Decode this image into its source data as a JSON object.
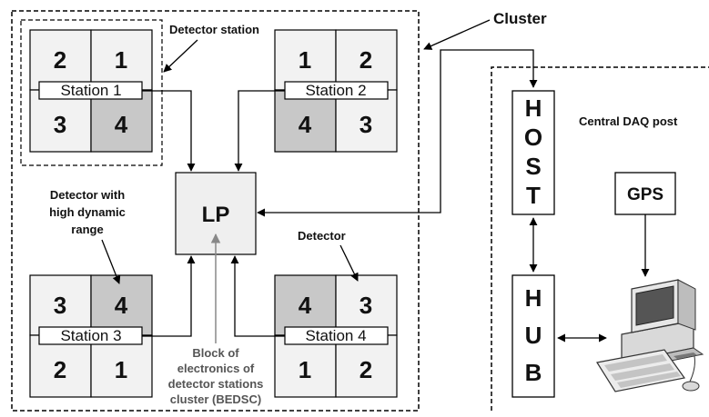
{
  "labels": {
    "cluster": "Cluster",
    "detector_station": "Detector station",
    "central_daq_post": "Central DAQ post",
    "lp": "LP",
    "gps": "GPS",
    "detector_high_dynamic": [
      "Detector with",
      "high dynamic",
      "range"
    ],
    "detector": "Detector",
    "bedsc": [
      "Block of",
      "electronics of",
      "detector stations",
      "cluster (BEDSC)"
    ]
  },
  "stations": [
    {
      "label": "Station 1",
      "cells": [
        "2",
        "1",
        "3",
        "4"
      ],
      "shaded_cell": "4"
    },
    {
      "label": "Station 2",
      "cells": [
        "1",
        "2",
        "4",
        "3"
      ],
      "shaded_cell": "4"
    },
    {
      "label": "Station 3",
      "cells": [
        "3",
        "4",
        "2",
        "1"
      ],
      "shaded_cell": "4"
    },
    {
      "label": "Station 4",
      "cells": [
        "4",
        "3",
        "1",
        "2"
      ],
      "shaded_cell": "4"
    }
  ],
  "host_letters": [
    "H",
    "O",
    "S",
    "T"
  ],
  "hub_letters": [
    "H",
    "U",
    "B"
  ],
  "colors": {
    "shaded": "#c8c8c8",
    "light": "#f2f2f2",
    "line": "#000000",
    "gray_arrow": "#888888"
  }
}
